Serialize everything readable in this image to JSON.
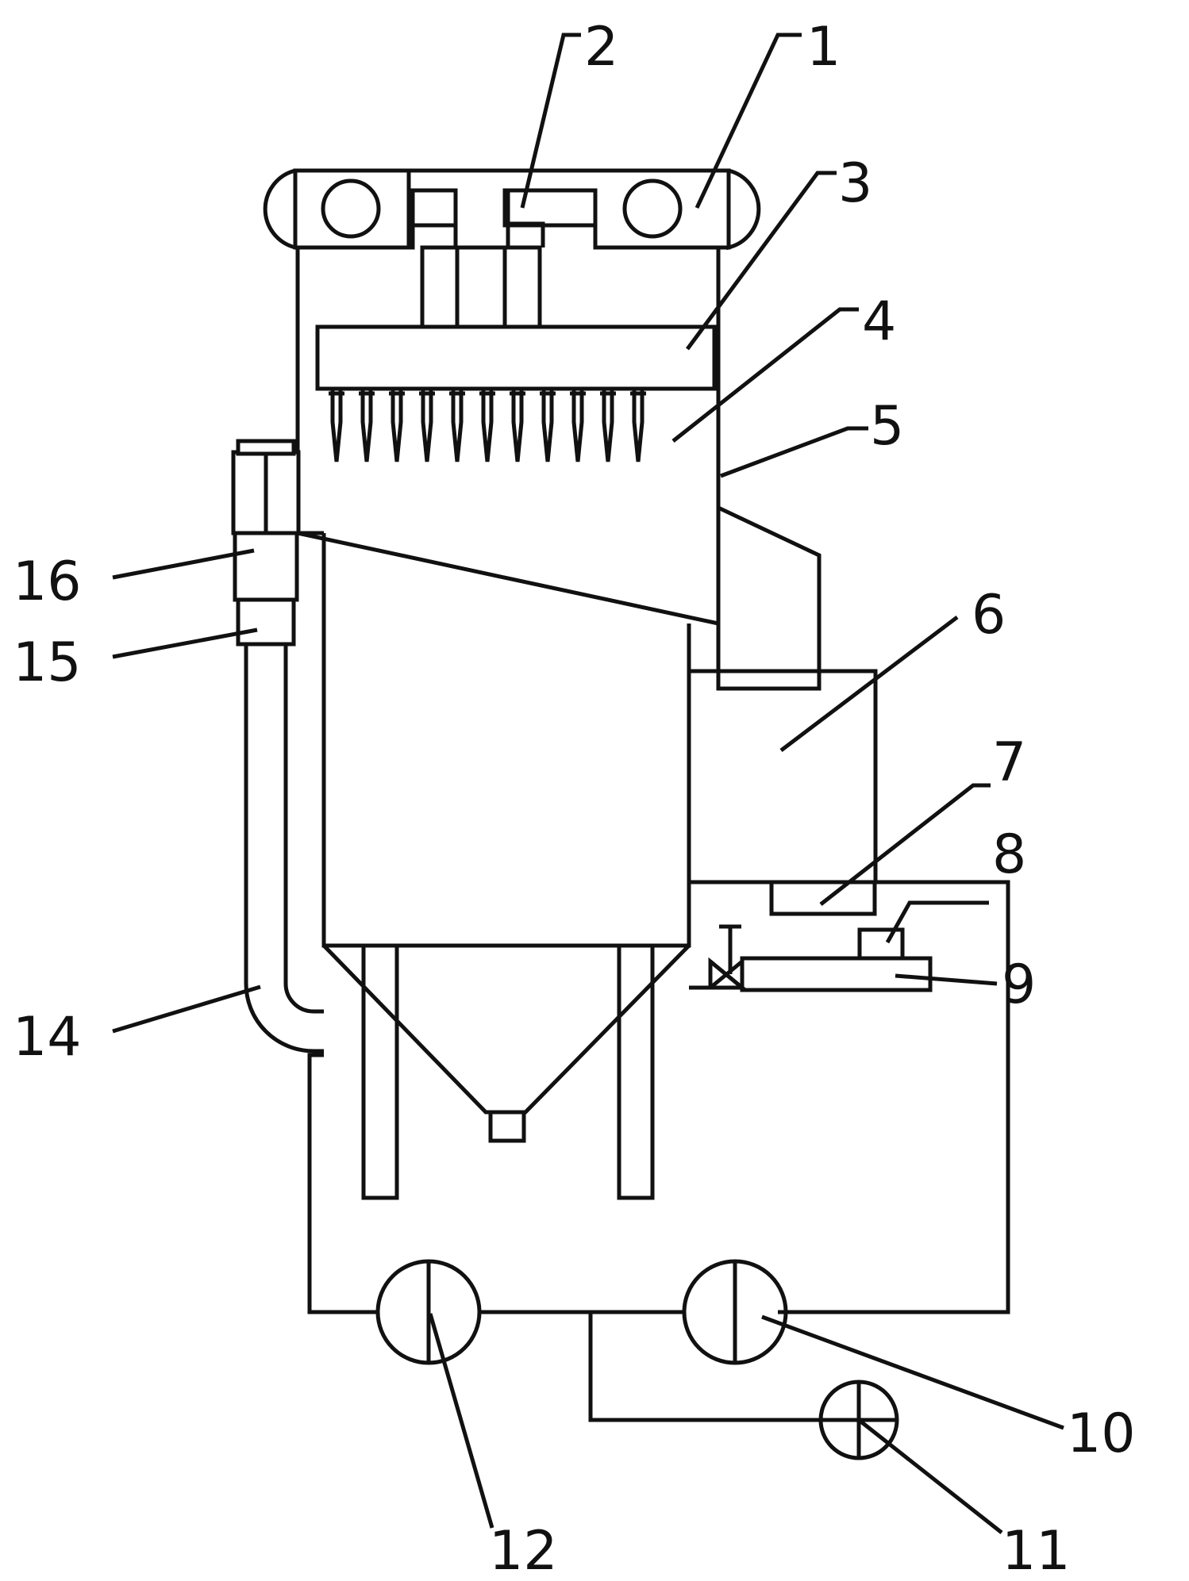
{
  "figure": {
    "labels": [
      {
        "id": "label-1",
        "text": "1"
      },
      {
        "id": "label-2",
        "text": "2"
      },
      {
        "id": "label-3",
        "text": "3"
      },
      {
        "id": "label-4",
        "text": "4"
      },
      {
        "id": "label-5",
        "text": "5"
      },
      {
        "id": "label-6",
        "text": "6"
      },
      {
        "id": "label-7",
        "text": "7"
      },
      {
        "id": "label-8",
        "text": "8"
      },
      {
        "id": "label-9",
        "text": "9"
      },
      {
        "id": "label-10",
        "text": "10"
      },
      {
        "id": "label-11",
        "text": "11"
      },
      {
        "id": "label-12",
        "text": "12"
      },
      {
        "id": "label-14",
        "text": "14"
      },
      {
        "id": "label-15",
        "text": "15"
      },
      {
        "id": "label-16",
        "text": "16"
      }
    ]
  },
  "colors": {
    "line": "#111111",
    "background": "#ffffff"
  }
}
